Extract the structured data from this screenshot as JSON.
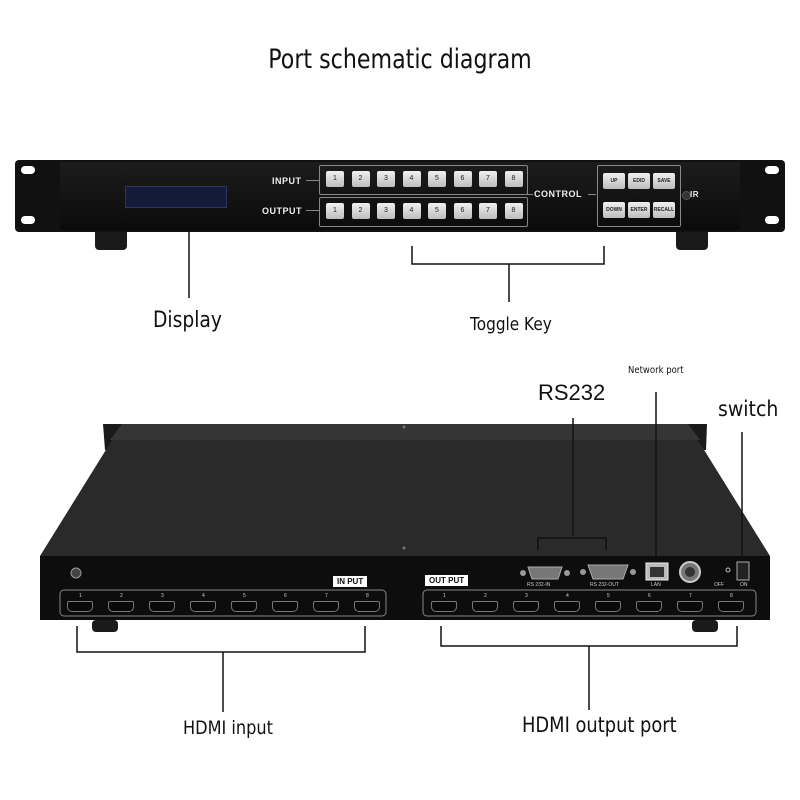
{
  "title": "Port schematic diagram",
  "callouts": {
    "display": "Display",
    "toggle_key": "Toggle Key",
    "network_port": "Network port",
    "rs232": "RS232",
    "switch": "switch",
    "hdmi_input": "HDMI input",
    "hdmi_output_port": "HDMI output port"
  },
  "front_panel": {
    "input_label": "INPUT",
    "output_label": "OUTPUT",
    "control_label": "CONTROL",
    "ir_label": "IR",
    "input_keys": [
      "1",
      "2",
      "3",
      "4",
      "5",
      "6",
      "7",
      "8"
    ],
    "output_keys": [
      "1",
      "2",
      "3",
      "4",
      "5",
      "6",
      "7",
      "8"
    ],
    "control_keys_top": [
      "UP",
      "EDID",
      "SAVE"
    ],
    "control_keys_bottom": [
      "DOWN",
      "ENTER",
      "RECALL"
    ]
  },
  "rear_panel": {
    "input_label": "IN PUT",
    "output_label": "OUT PUT",
    "input_ports": [
      "1",
      "2",
      "3",
      "4",
      "5",
      "6",
      "7",
      "8"
    ],
    "output_ports": [
      "1",
      "2",
      "3",
      "4",
      "5",
      "6",
      "7",
      "8"
    ],
    "rs232_in_label": "RS 232-IN",
    "rs232_out_label": "RS 232-OUT",
    "lan_label": "LAN",
    "off_label": "OFF",
    "on_label": "ON"
  },
  "colors": {
    "chassis": "#111111",
    "key_face": "#dcdcdc",
    "lcd": "#131a3a"
  }
}
